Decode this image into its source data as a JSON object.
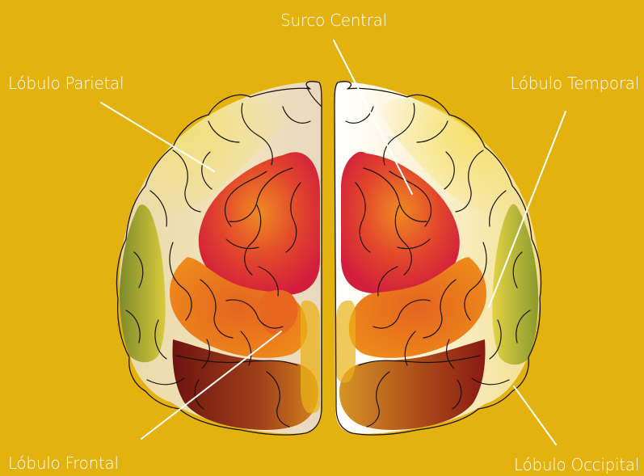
{
  "labels": {
    "central_sulcus": "Surco Central",
    "parietal": "Lóbulo Parietal",
    "temporal": "Lóbulo Temporal",
    "frontal": "Lóbulo Frontal",
    "occipital": "Lóbulo Occipital"
  },
  "colors": {
    "background": "#E3B20E",
    "label_text": "#FFFFFF",
    "leader_line": "#FFFFFF",
    "cortex_base": "#F3E7C8",
    "red_region": "#D9263A",
    "orange_region": "#E8701E",
    "dark_red_region": "#8E1B12",
    "olive_region": "#8E8A2A",
    "yellow_region": "#F0D24A"
  }
}
